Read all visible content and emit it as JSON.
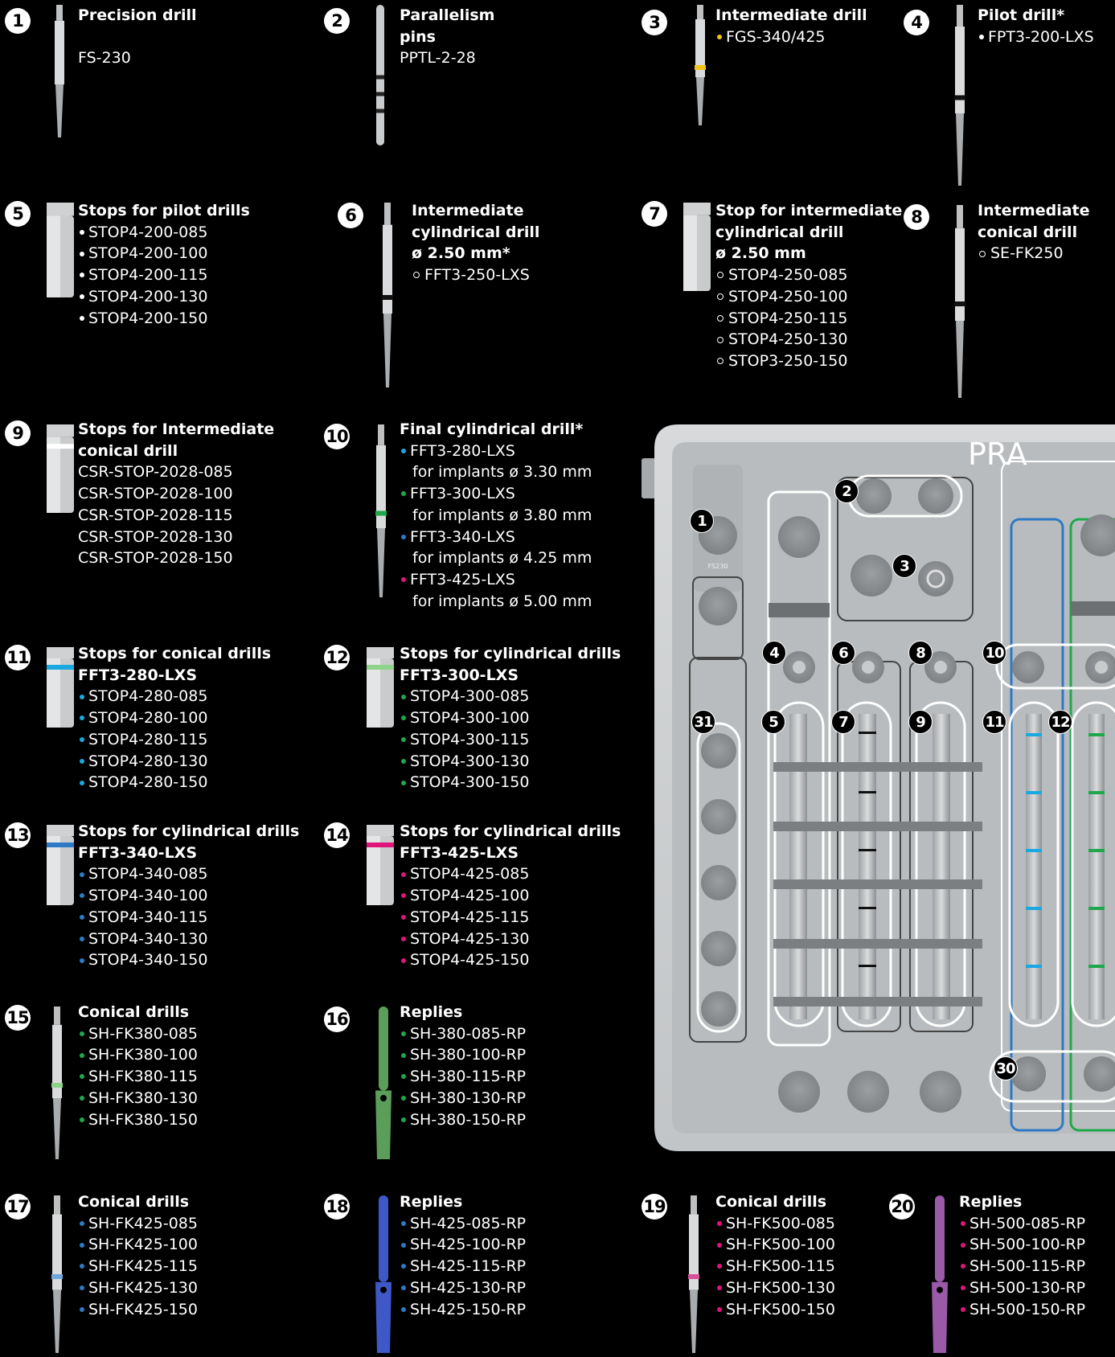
{
  "items": [
    {
      "n": "1",
      "title": [
        "Precision drill"
      ],
      "lines": [
        {
          "t": ""
        },
        {
          "t": "FS-230"
        }
      ]
    },
    {
      "n": "2",
      "title": [
        "Parallelism",
        "pins"
      ],
      "lines": [
        {
          "t": "PPTL-2-28"
        }
      ]
    },
    {
      "n": "3",
      "title": [
        "Intermediate drill"
      ],
      "lines": [
        {
          "t": "FGS-340/425",
          "b": "y"
        }
      ]
    },
    {
      "n": "4",
      "title": [
        "Pilot drill*"
      ],
      "lines": [
        {
          "t": "FPT3-200-LXS",
          "b": "w"
        }
      ]
    },
    {
      "n": "5",
      "title": [
        "Stops for pilot drills"
      ],
      "lines": [
        {
          "t": "STOP4-200-085",
          "b": "w"
        },
        {
          "t": "STOP4-200-100",
          "b": "w"
        },
        {
          "t": "STOP4-200-115",
          "b": "w"
        },
        {
          "t": "STOP4-200-130",
          "b": "w"
        },
        {
          "t": "STOP4-200-150",
          "b": "w"
        }
      ]
    },
    {
      "n": "6",
      "title": [
        "Intermediate",
        "cylindrical drill",
        "ø 2.50 mm*"
      ],
      "lines": [
        {
          "t": "FFT3-250-LXS",
          "b": "o"
        }
      ]
    },
    {
      "n": "7",
      "title": [
        "Stop for intermediate",
        "cylindrical drill",
        "ø 2.50 mm"
      ],
      "lines": [
        {
          "t": "STOP4-250-085",
          "b": "o"
        },
        {
          "t": "STOP4-250-100",
          "b": "o"
        },
        {
          "t": "STOP4-250-115",
          "b": "o"
        },
        {
          "t": "STOP4-250-130",
          "b": "o"
        },
        {
          "t": "STOP3-250-150",
          "b": "o"
        }
      ]
    },
    {
      "n": "8",
      "title": [
        "Intermediate",
        "conical drill"
      ],
      "lines": [
        {
          "t": "SE-FK250",
          "b": "o"
        }
      ]
    },
    {
      "n": "9",
      "title": [
        "Stops for Intermediate",
        "conical drill"
      ],
      "lines": [
        {
          "t": "CSR-STOP-2028-085"
        },
        {
          "t": "CSR-STOP-2028-100"
        },
        {
          "t": "CSR-STOP-2028-115"
        },
        {
          "t": "CSR-STOP-2028-130"
        },
        {
          "t": "CSR-STOP-2028-150"
        }
      ]
    },
    {
      "n": "10",
      "title": [
        "Final cylindrical drill*"
      ],
      "lines": [
        {
          "t": "FFT3-280-LXS",
          "b": "c"
        },
        {
          "t": "for implants ø 3.30 mm",
          "sub": true
        },
        {
          "t": "FFT3-300-LXS",
          "b": "g"
        },
        {
          "t": "for implants ø 3.80 mm",
          "sub": true
        },
        {
          "t": "FFT3-340-LXS",
          "b": "bl"
        },
        {
          "t": "for implants ø 4.25 mm",
          "sub": true
        },
        {
          "t": "FFT3-425-LXS",
          "b": "m"
        },
        {
          "t": "for implants ø 5.00 mm",
          "sub": true
        }
      ]
    },
    {
      "n": "11",
      "title": [
        "Stops for conical drills",
        "FFT3-280-LXS"
      ],
      "lines": [
        {
          "t": "STOP4-280-085",
          "b": "c"
        },
        {
          "t": "STOP4-280-100",
          "b": "c"
        },
        {
          "t": "STOP4-280-115",
          "b": "c"
        },
        {
          "t": "STOP4-280-130",
          "b": "c"
        },
        {
          "t": "STOP4-280-150",
          "b": "c"
        }
      ]
    },
    {
      "n": "12",
      "title": [
        "Stops for cylindrical drills",
        "FFT3-300-LXS"
      ],
      "lines": [
        {
          "t": "STOP4-300-085",
          "b": "g"
        },
        {
          "t": "STOP4-300-100",
          "b": "g"
        },
        {
          "t": "STOP4-300-115",
          "b": "g"
        },
        {
          "t": "STOP4-300-130",
          "b": "g"
        },
        {
          "t": "STOP4-300-150",
          "b": "g"
        }
      ]
    },
    {
      "n": "13",
      "title": [
        "Stops for cylindrical drills",
        "FFT3-340-LXS"
      ],
      "lines": [
        {
          "t": "STOP4-340-085",
          "b": "bl"
        },
        {
          "t": "STOP4-340-100",
          "b": "bl"
        },
        {
          "t": "STOP4-340-115",
          "b": "bl"
        },
        {
          "t": "STOP4-340-130",
          "b": "bl"
        },
        {
          "t": "STOP4-340-150",
          "b": "bl"
        }
      ]
    },
    {
      "n": "14",
      "title": [
        "Stops for cylindrical drills",
        "FFT3-425-LXS"
      ],
      "lines": [
        {
          "t": "STOP4-425-085",
          "b": "m"
        },
        {
          "t": "STOP4-425-100",
          "b": "m"
        },
        {
          "t": "STOP4-425-115",
          "b": "m"
        },
        {
          "t": "STOP4-425-130",
          "b": "m"
        },
        {
          "t": "STOP4-425-150",
          "b": "m"
        }
      ]
    },
    {
      "n": "15",
      "title": [
        "Conical drills"
      ],
      "lines": [
        {
          "t": "SH-FK380-085",
          "b": "g"
        },
        {
          "t": "SH-FK380-100",
          "b": "g"
        },
        {
          "t": "SH-FK380-115",
          "b": "g"
        },
        {
          "t": "SH-FK380-130",
          "b": "g"
        },
        {
          "t": "SH-FK380-150",
          "b": "g"
        }
      ]
    },
    {
      "n": "16",
      "title": [
        "Replies"
      ],
      "lines": [
        {
          "t": "SH-380-085-RP",
          "b": "g"
        },
        {
          "t": "SH-380-100-RP",
          "b": "g"
        },
        {
          "t": "SH-380-115-RP",
          "b": "g"
        },
        {
          "t": "SH-380-130-RP",
          "b": "g"
        },
        {
          "t": "SH-380-150-RP",
          "b": "g"
        }
      ]
    },
    {
      "n": "17",
      "title": [
        "Conical drills"
      ],
      "lines": [
        {
          "t": "SH-FK425-085",
          "b": "bl"
        },
        {
          "t": "SH-FK425-100",
          "b": "bl"
        },
        {
          "t": "SH-FK425-115",
          "b": "bl"
        },
        {
          "t": "SH-FK425-130",
          "b": "bl"
        },
        {
          "t": "SH-FK425-150",
          "b": "bl"
        }
      ]
    },
    {
      "n": "18",
      "title": [
        "Replies"
      ],
      "lines": [
        {
          "t": "SH-425-085-RP",
          "b": "bl"
        },
        {
          "t": "SH-425-100-RP",
          "b": "bl"
        },
        {
          "t": "SH-425-115-RP",
          "b": "bl"
        },
        {
          "t": "SH-425-130-RP",
          "b": "bl"
        },
        {
          "t": "SH-425-150-RP",
          "b": "bl"
        }
      ]
    },
    {
      "n": "19",
      "title": [
        "Conical drills"
      ],
      "lines": [
        {
          "t": "SH-FK500-085",
          "b": "m"
        },
        {
          "t": "SH-FK500-100",
          "b": "m"
        },
        {
          "t": "SH-FK500-115",
          "b": "m"
        },
        {
          "t": "SH-FK500-130",
          "b": "m"
        },
        {
          "t": "SH-FK500-150",
          "b": "m"
        }
      ]
    },
    {
      "n": "20",
      "title": [
        "Replies"
      ],
      "lines": [
        {
          "t": "SH-500-085-RP",
          "b": "m"
        },
        {
          "t": "SH-500-100-RP",
          "b": "m"
        },
        {
          "t": "SH-500-115-RP",
          "b": "m"
        },
        {
          "t": "SH-500-130-RP",
          "b": "m"
        },
        {
          "t": "SH-500-150-RP",
          "b": "m"
        }
      ]
    }
  ],
  "tray": {
    "brand": "PRA",
    "callouts": [
      "1",
      "2",
      "3",
      "4",
      "5",
      "6",
      "7",
      "8",
      "9",
      "10",
      "11",
      "12",
      "30",
      "31"
    ]
  },
  "colors": {
    "yellow": "#f2c318",
    "cyan": "#1aa8e0",
    "green": "#1fa84b",
    "blue": "#2d79c5",
    "magenta": "#e0157c"
  }
}
